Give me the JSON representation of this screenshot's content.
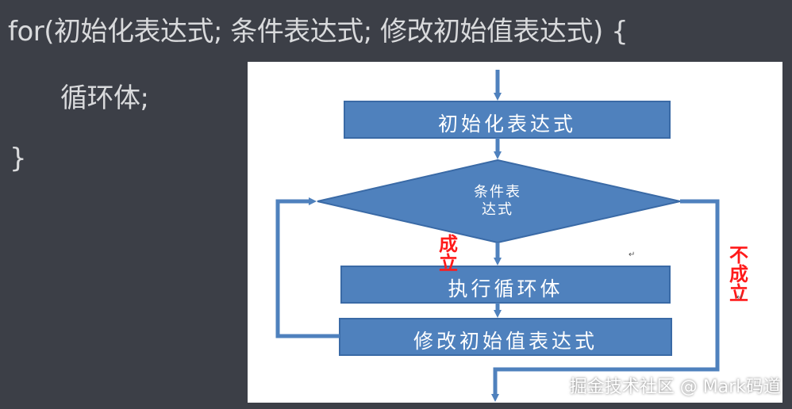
{
  "code": {
    "line1": "for(初始化表达式; 条件表达式; 修改初始值表达式) {",
    "line2": "循环体;",
    "line3": "}"
  },
  "flowchart": {
    "init_box": "初始化表达式",
    "condition_line1": "条件表",
    "condition_line2": "达式",
    "true_label": "成立",
    "false_label": "不成立",
    "body_box": "执行循环体",
    "update_box": "修改初始值表达式",
    "mark_a": "↵",
    "mark_b": "↵",
    "colors": {
      "box_fill": "#4f81bd",
      "box_stroke": "#3a6aa6",
      "line": "#4f81bd",
      "label_red": "#ff1a1a"
    }
  },
  "watermark": "掘金技术社区 @ Mark码道"
}
